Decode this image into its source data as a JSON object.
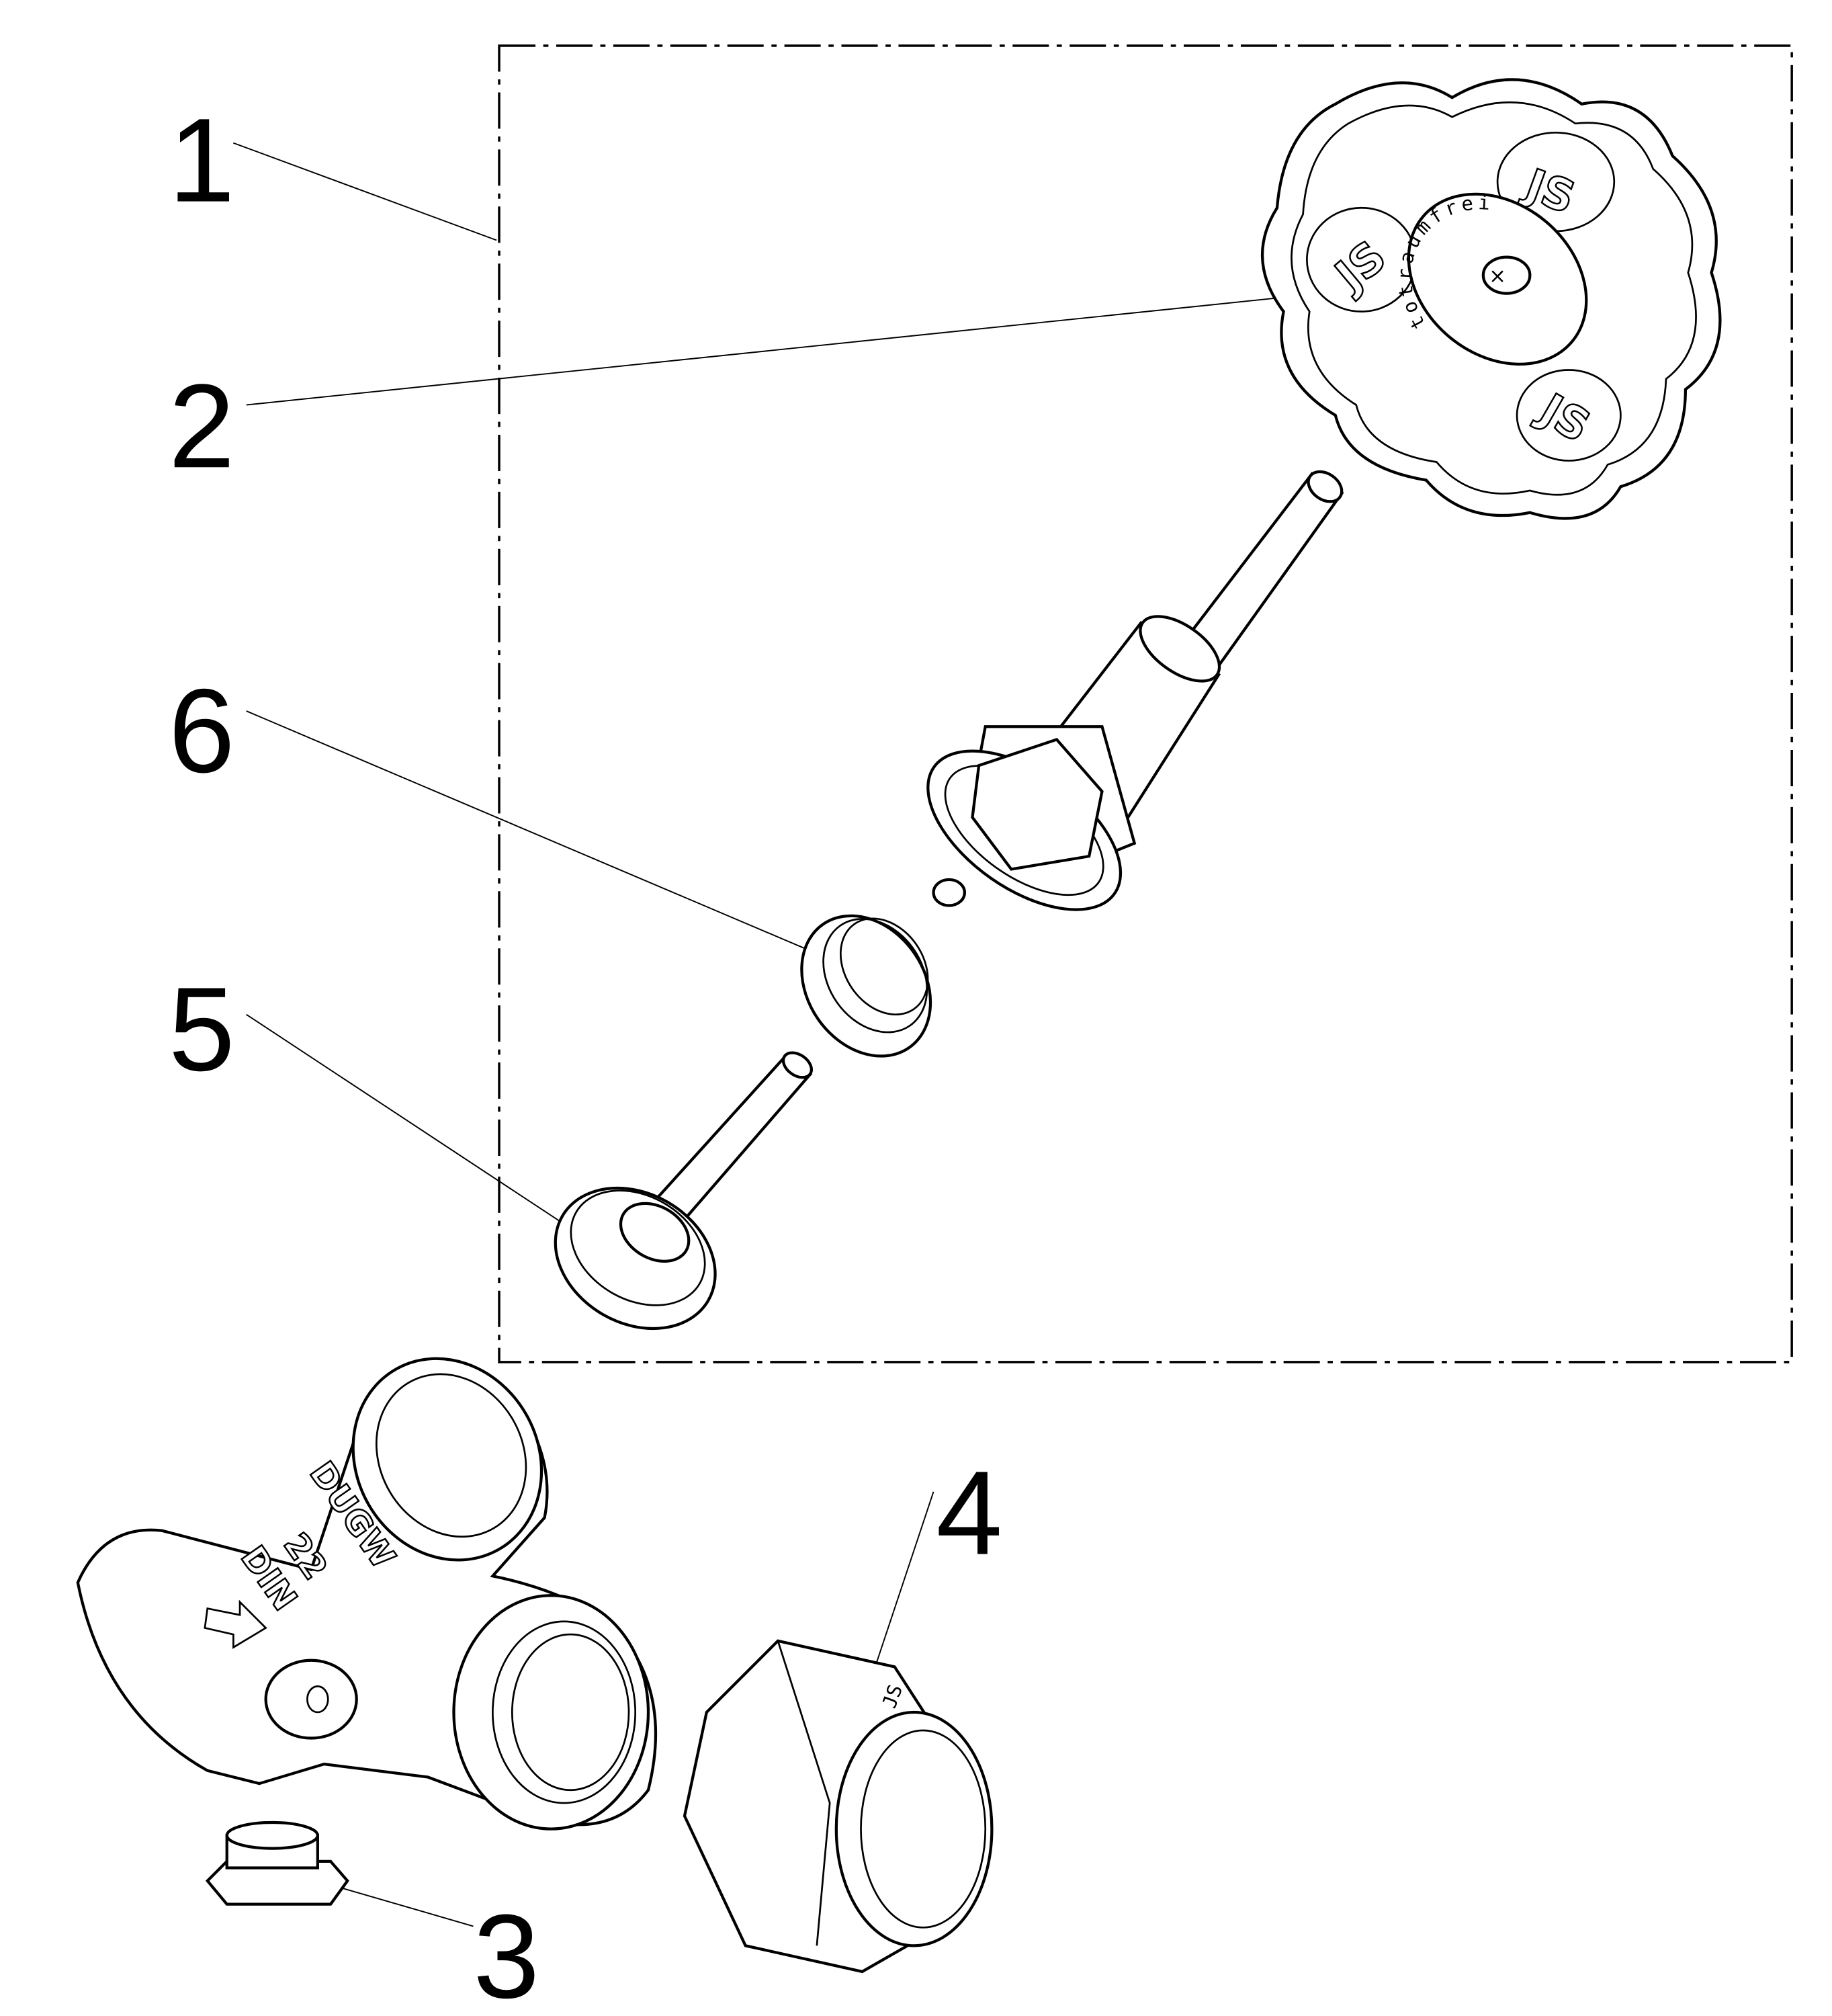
{
  "callouts": [
    {
      "number": "1",
      "part": "kit"
    },
    {
      "number": "2",
      "part": "handwheel"
    },
    {
      "number": "3",
      "part": "plug"
    },
    {
      "number": "4",
      "part": "union-nut"
    },
    {
      "number": "5",
      "part": "valve-disc"
    },
    {
      "number": "6",
      "part": "seal-ring"
    }
  ],
  "labels": [
    "1",
    "2",
    "3",
    "4",
    "5",
    "6"
  ],
  "handwheel_text": "totraumfrei",
  "body_marking": {
    "line1": "DUGW",
    "line2": "22",
    "line3": "DIN"
  }
}
